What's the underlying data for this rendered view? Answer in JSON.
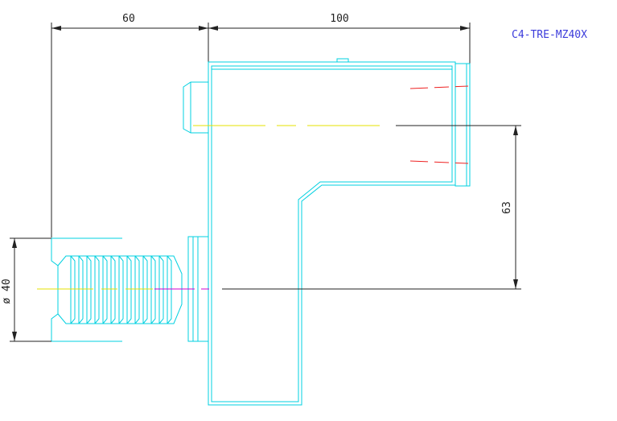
{
  "title": "C4-TRE-MZ40X",
  "dimensions": {
    "top_left": "60",
    "top_right": "100",
    "right_vertical": "63",
    "left_diameter": "ø 40"
  },
  "colors": {
    "outline": "#00d0e0",
    "dimension": "#222222",
    "center_yellow": "#e6e000",
    "center_red": "#ee2222",
    "center_magenta": "#d000d0",
    "title": "#3b3bdb"
  }
}
